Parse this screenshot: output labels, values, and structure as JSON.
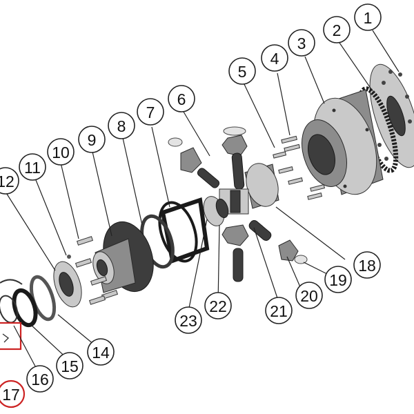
{
  "diagram": {
    "callouts": [
      {
        "id": "1",
        "highlight": false
      },
      {
        "id": "2",
        "highlight": false
      },
      {
        "id": "3",
        "highlight": false
      },
      {
        "id": "4",
        "highlight": false
      },
      {
        "id": "5",
        "highlight": false
      },
      {
        "id": "6",
        "highlight": false
      },
      {
        "id": "7",
        "highlight": false
      },
      {
        "id": "8",
        "highlight": false
      },
      {
        "id": "9",
        "highlight": false
      },
      {
        "id": "10",
        "highlight": false
      },
      {
        "id": "11",
        "highlight": false
      },
      {
        "id": "12",
        "highlight": false
      },
      {
        "id": "14",
        "highlight": false
      },
      {
        "id": "15",
        "highlight": false
      },
      {
        "id": "16",
        "highlight": false
      },
      {
        "id": "17",
        "highlight": true
      },
      {
        "id": "18",
        "highlight": false
      },
      {
        "id": "19",
        "highlight": false
      },
      {
        "id": "20",
        "highlight": false
      },
      {
        "id": "21",
        "highlight": false
      },
      {
        "id": "22",
        "highlight": false
      },
      {
        "id": "23",
        "highlight": false
      }
    ],
    "highlight_color": "#cc2222"
  }
}
